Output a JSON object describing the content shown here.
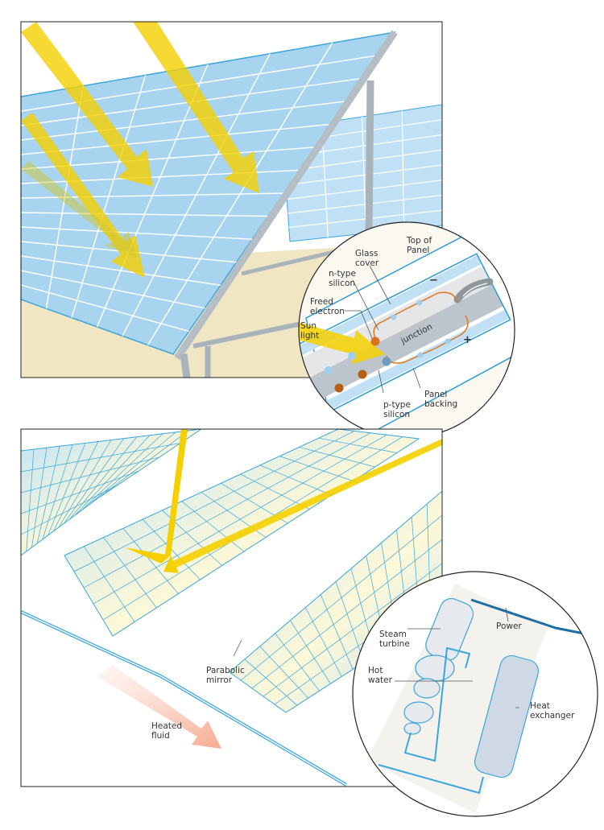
{
  "top_scene": {
    "inset_labels": {
      "top_of_panel": [
        "Top of",
        "Panel"
      ],
      "glass_cover": [
        "Glass",
        "cover"
      ],
      "n_type": [
        "n-type",
        "silicon"
      ],
      "freed_electron": [
        "Freed",
        "electron"
      ],
      "sun_light": [
        "Sun",
        "light"
      ],
      "junction": "junction",
      "minus": "−",
      "plus": "+",
      "p_type": [
        "p-type",
        "silicon"
      ],
      "panel_backing": [
        "Panel",
        "backing"
      ]
    }
  },
  "bottom_scene": {
    "labels": {
      "parabolic_mirror": [
        "Parabolic",
        "mirror"
      ],
      "heated_fluid": [
        "Heated",
        "fluid"
      ]
    },
    "inset_labels": {
      "steam_turbine": [
        "Steam",
        "turbine"
      ],
      "hot_water": [
        "Hot",
        "water"
      ],
      "power": "Power",
      "heat_exchanger": [
        "Heat",
        "exchanger"
      ]
    }
  },
  "colors": {
    "sky_blue": "#bfe0f5",
    "line_blue": "#3aa6dc",
    "sun_yellow": "#f5d000",
    "ground": "#f1e6c4",
    "electron": "#d9731e",
    "heated_fluid": "#f7b9a3"
  }
}
